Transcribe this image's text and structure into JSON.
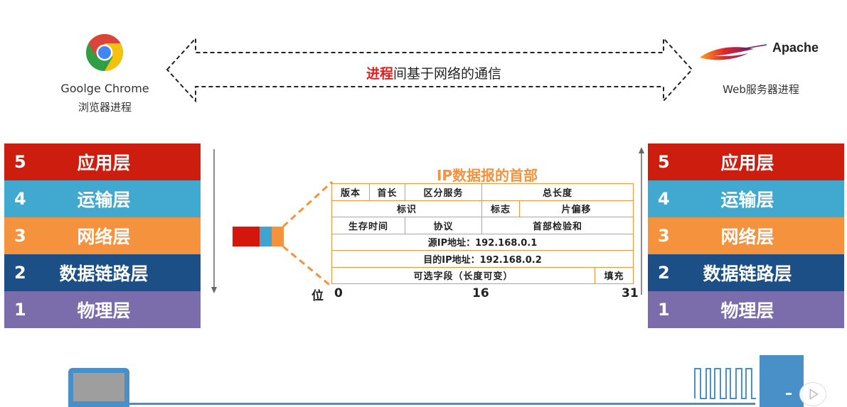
{
  "client": {
    "name": "Goolge Chrome",
    "process": "浏览器进程"
  },
  "server": {
    "name": "Apache",
    "process": "Web服务器进程"
  },
  "caption": {
    "highlight": "进程",
    "rest": "间基于网络的通信"
  },
  "layers": [
    {
      "num": "5",
      "name": "应用层",
      "color": "#cc1d0f"
    },
    {
      "num": "4",
      "name": "运输层",
      "color": "#41a9cf"
    },
    {
      "num": "3",
      "name": "网络层",
      "color": "#f5923e"
    },
    {
      "num": "2",
      "name": "数据链路层",
      "color": "#1c4f86"
    },
    {
      "num": "1",
      "name": "物理层",
      "color": "#7b6cab"
    }
  ],
  "ip_header": {
    "title": "IP数据报的首部",
    "row1": [
      "版本",
      "首长",
      "区分服务",
      "总长度"
    ],
    "row2": [
      "标识",
      "标志",
      "片偏移"
    ],
    "row3": [
      "生存时间",
      "协议",
      "首部检验和"
    ],
    "row4": [
      "源IP地址：192.168.0.1"
    ],
    "row5": [
      "目的IP地址：192.168.0.2"
    ],
    "row6": [
      "可选字段（长度可变）",
      "填充"
    ],
    "bits_label": "位",
    "bit_start": "0",
    "bit_mid": "16",
    "bit_end": "31"
  }
}
